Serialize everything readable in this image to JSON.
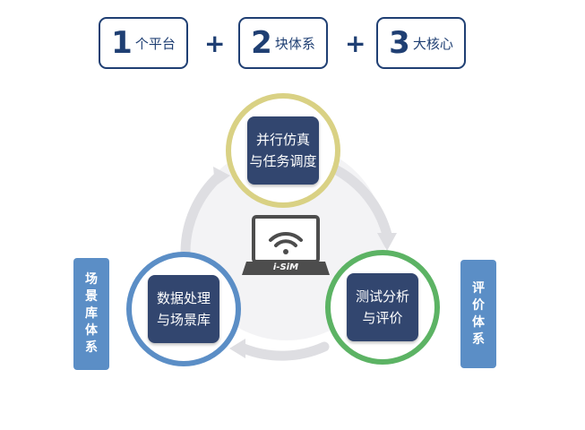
{
  "header": {
    "items": [
      {
        "num": "1",
        "text": "个平台"
      },
      {
        "num": "2",
        "text": "块体系"
      },
      {
        "num": "3",
        "text": "大核心"
      }
    ],
    "plus_symbol": "+"
  },
  "cycle": {
    "nodes": [
      {
        "line1": "并行仿真",
        "line2": "与任务调度",
        "ring_color": "#d9d184"
      },
      {
        "line1": "测试分析",
        "line2": "与评价",
        "ring_color": "#5cb364"
      },
      {
        "line1": "数据处理",
        "line2": "与场景库",
        "ring_color": "#5b8ec6"
      }
    ],
    "center_label": "i-SiM"
  },
  "side_labels": {
    "left": [
      "场",
      "景",
      "库",
      "体",
      "系"
    ],
    "right": [
      "评",
      "价",
      "体",
      "系"
    ]
  },
  "colors": {
    "navy": "#1f3f73",
    "node_fill": "#32466f",
    "sidebar_fill": "#5b8ec6",
    "arrow_gray": "#dedee2",
    "laptop_gray": "#4d4d4d"
  }
}
